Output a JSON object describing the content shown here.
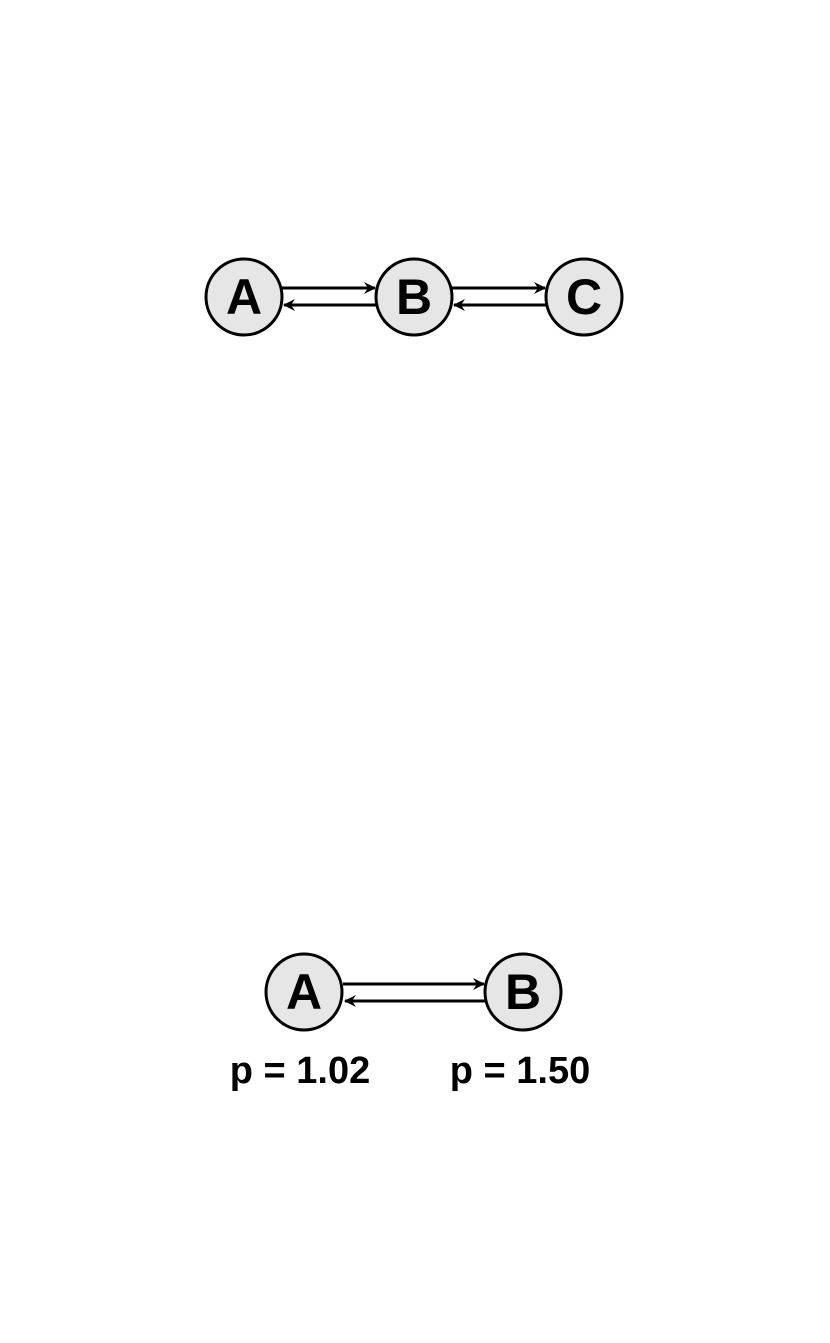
{
  "diagram_top": {
    "nodes": [
      {
        "id": "A",
        "label": "A"
      },
      {
        "id": "B",
        "label": "B"
      },
      {
        "id": "C",
        "label": "C"
      }
    ],
    "edges": [
      {
        "from": "A",
        "to": "B"
      },
      {
        "from": "B",
        "to": "A"
      },
      {
        "from": "B",
        "to": "C"
      },
      {
        "from": "C",
        "to": "B"
      }
    ]
  },
  "diagram_bottom": {
    "nodes": [
      {
        "id": "A",
        "label": "A",
        "p_label": "p = 1.02"
      },
      {
        "id": "B",
        "label": "B",
        "p_label": "p = 1.50"
      }
    ],
    "edges": [
      {
        "from": "A",
        "to": "B"
      },
      {
        "from": "B",
        "to": "A"
      }
    ]
  },
  "colors": {
    "node_fill": "#e6e6e6",
    "stroke": "#000000",
    "background": "#ffffff"
  }
}
